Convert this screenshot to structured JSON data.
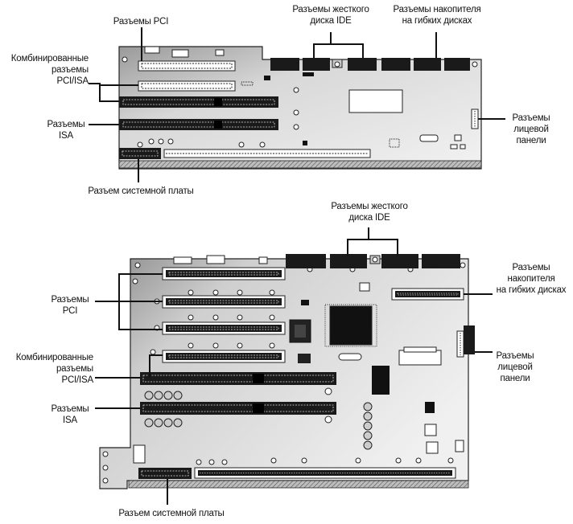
{
  "top_board": {
    "labels": {
      "pci": "Разъемы PCI",
      "combo_1": "Комбинированные",
      "combo_2": "разъемы",
      "combo_3": "PCI/ISA",
      "isa_1": "Разъемы",
      "isa_2": "ISA",
      "system": "Разъем системной платы",
      "ide_1": "Разъемы жесткого",
      "ide_2": "диска IDE",
      "floppy_1": "Разъемы накопителя",
      "floppy_2": "на гибких дисках",
      "front_1": "Разъемы",
      "front_2": "лицевой",
      "front_3": "панели"
    }
  },
  "bottom_board": {
    "labels": {
      "ide_1": "Разъемы жесткого",
      "ide_2": "диска IDE",
      "floppy_1": "Разъемы",
      "floppy_2": "накопителя",
      "floppy_3": "на гибких дисках",
      "pci_1": "Разъемы",
      "pci_2": "PCI",
      "front_1": "Разъемы",
      "front_2": "лицевой",
      "front_3": "панели",
      "combo_1": "Комбинированные",
      "combo_2": "разъемы",
      "combo_3": "PCI/ISA",
      "isa_1": "Разъемы",
      "isa_2": "ISA",
      "system": "Разъем системной платы"
    }
  }
}
